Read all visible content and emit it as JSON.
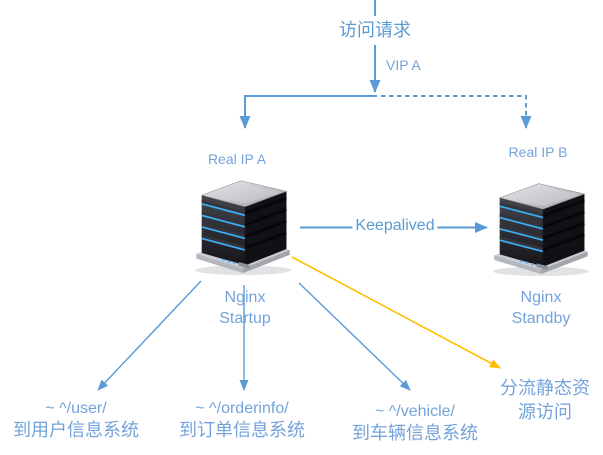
{
  "colors": {
    "line_blue": "#5B9BD5",
    "label_blue": "#74A3DB",
    "accent_orange": "#FFC000",
    "led_blue": "#3DAEF5"
  },
  "nodes": {
    "request": "访问请求",
    "vip": "VIP A",
    "real_ip_a": "Real IP A",
    "real_ip_b": "Real IP B",
    "keepalived": "Keepalived",
    "nginx_startup": {
      "name": "Nginx",
      "role": "Startup"
    },
    "nginx_standby": {
      "name": "Nginx",
      "role": "Standby"
    },
    "route_user": {
      "rule": "~ ^/user/",
      "target": "到用户信息系统"
    },
    "route_orderinfo": {
      "rule": "~ ^/orderinfo/",
      "target": "到订单信息系统"
    },
    "route_vehicle": {
      "rule": "~ ^/vehicle/",
      "target": "到车辆信息系统"
    },
    "static_offload": {
      "line1": "分流静态资",
      "line2": "源访问"
    }
  }
}
